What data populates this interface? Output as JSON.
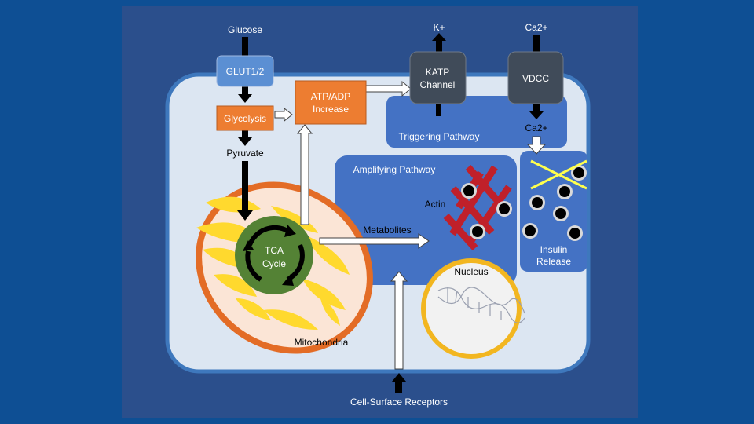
{
  "labels": {
    "glucose": "Glucose",
    "glut": "GLUT1/2",
    "glycolysis": "Glycolysis",
    "atp_adp_line1": "ATP/ADP",
    "atp_adp_line2": "Increase",
    "katp_line1": "KATP",
    "katp_line2": "Channel",
    "k_plus": "K+",
    "vdcc": "VDCC",
    "ca_outside": "Ca2+",
    "ca_inside": "Ca2+",
    "triggering": "Triggering Pathway",
    "pyruvate": "Pyruvate",
    "amplifying": "Amplifying Pathway",
    "actin": "Actin",
    "metabolites": "Metabolites",
    "tca_line1": "TCA",
    "tca_line2": "Cycle",
    "nucleus": "Nucleus",
    "mitochondria": "Mitochondria",
    "insulin_line1": "Insulin",
    "insulin_line2": "Release",
    "receptors": "Cell-Surface Receptors"
  },
  "colors": {
    "page_background": "#0e4f94",
    "panel_background": "#2b4f8c",
    "cell_fill": "#dce6f2",
    "cell_border": "#3e78bd",
    "pathway_fill": "#4472c4",
    "glut_fill": "#5b8fd3",
    "process_fill": "#ed7d31",
    "channel_fill": "#404b59",
    "mito_outer": "#e36c26",
    "mito_inner": "#fbe5d6",
    "cristae": "#ffd92e",
    "tca_fill": "#548235",
    "actin": "#c0202a",
    "nucleus_ring": "#f2b620",
    "granule": "#000000"
  }
}
